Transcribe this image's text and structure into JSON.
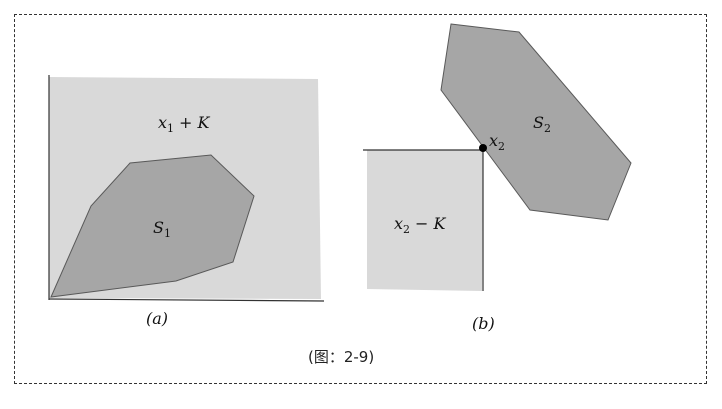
{
  "diagram": {
    "panel_a": {
      "region_label": {
        "var": "x",
        "sub": "1",
        "op": "+",
        "set": "K"
      },
      "set_label": {
        "var": "S",
        "sub": "1"
      },
      "caption": "(a)"
    },
    "panel_b": {
      "point_label": {
        "var": "x",
        "sub": "2"
      },
      "set_label": {
        "var": "S",
        "sub": "2"
      },
      "region_label": {
        "var": "x",
        "sub": "2",
        "op": "−",
        "set": "K"
      },
      "caption": "(b)"
    },
    "figure_caption": "(图：2-9)",
    "colors": {
      "cone_fill": "#d9d9d9",
      "set_fill": "#a6a6a6",
      "outline": "#595959",
      "axis": "#333333",
      "point": "#000000"
    }
  }
}
